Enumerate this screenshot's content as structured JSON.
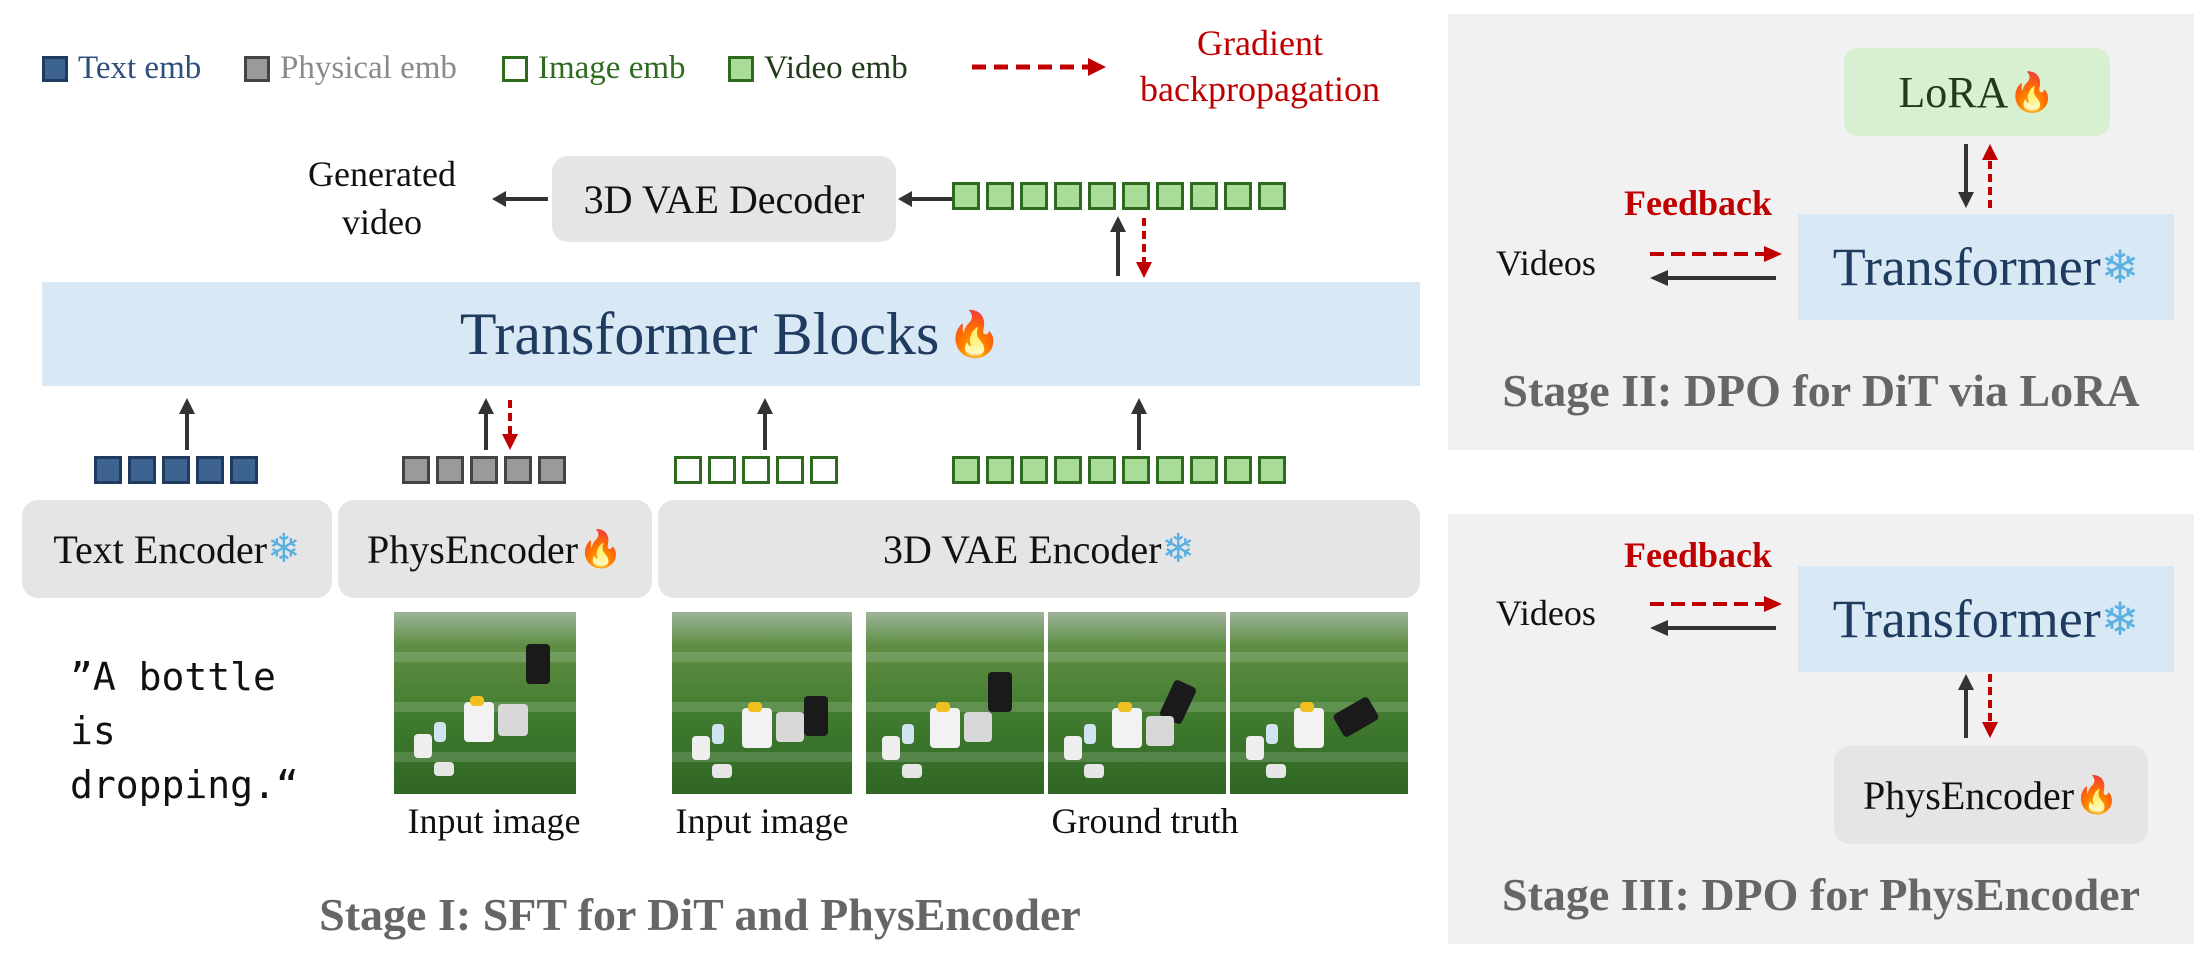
{
  "legend": {
    "text_emb": "Text emb",
    "physical_emb": "Physical emb",
    "image_emb": "Image emb",
    "video_emb": "Video emb",
    "gradient": [
      "Gradient",
      "backpropagation"
    ]
  },
  "colors": {
    "text_emb": "#2c4f7c",
    "physical_emb": "#8a8a8a",
    "image_emb": "#2f6b1f",
    "video_emb": "#2f6b1f",
    "gradient": "#c00000"
  },
  "stage1": {
    "generated_video": [
      "Generated",
      "video"
    ],
    "vae_decoder": "3D VAE Decoder",
    "transformer_blocks": "Transformer Blocks",
    "text_encoder": "Text Encoder",
    "phys_encoder": "PhysEncoder",
    "vae_encoder": "3D VAE Encoder",
    "prompt": [
      "”A bottle is",
      "dropping.“"
    ],
    "input_image_1": "Input image",
    "input_image_2": "Input image",
    "ground_truth": "Ground truth",
    "title": "Stage I: SFT for DiT and PhysEncoder"
  },
  "stage2": {
    "lora": "LoRA",
    "feedback": "Feedback",
    "videos": "Videos",
    "transformer": "Transformer",
    "title": "Stage II: DPO for DiT via LoRA"
  },
  "stage3": {
    "feedback": "Feedback",
    "videos": "Videos",
    "transformer": "Transformer",
    "phys_encoder": "PhysEncoder",
    "title": "Stage III: DPO for PhysEncoder"
  },
  "icons": {
    "fire": "🔥",
    "snowflake": "❄"
  }
}
